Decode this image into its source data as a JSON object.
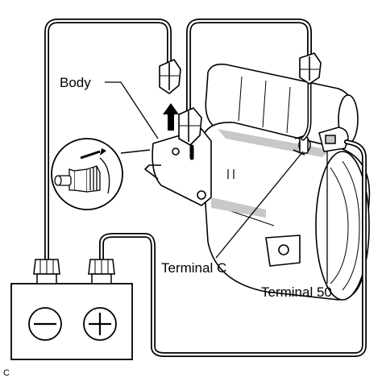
{
  "labels": {
    "body": "Body",
    "terminal_c": "Terminal C",
    "terminal_50": "Terminal 50",
    "corner_code": "C"
  },
  "battery": {
    "negative_symbol": "minus-icon",
    "positive_symbol": "plus-icon"
  },
  "colors": {
    "ink": "#000000",
    "paper": "#ffffff",
    "shade": "#c8c8c8"
  }
}
